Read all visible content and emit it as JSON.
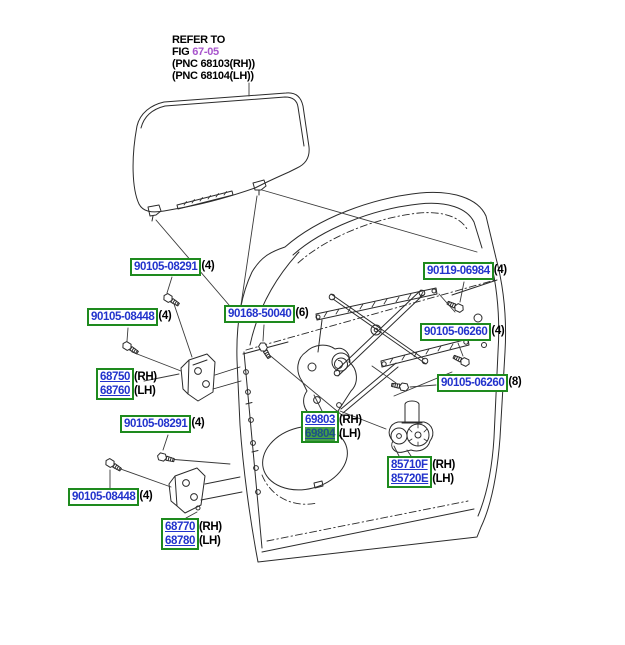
{
  "refer_note": {
    "line1": "REFER TO",
    "fig_prefix": "FIG ",
    "fig_number": "67-05",
    "pnc_rh": "(PNC 68103(RH))",
    "pnc_lh": "(PNC 68104(LH))"
  },
  "labels": {
    "bolt_08291_top": {
      "part": "90105-08291",
      "qty": "(4)"
    },
    "bolt_08448_top": {
      "part": "90105-08448",
      "qty": "(4)"
    },
    "hinge_upper": {
      "rh_part": "68750",
      "lh_part": "68760",
      "rh": "(RH)",
      "lh": "(LH)"
    },
    "bolt_08291_lower": {
      "part": "90105-08291",
      "qty": "(4)"
    },
    "bolt_08448_lower": {
      "part": "90105-08448",
      "qty": "(4)"
    },
    "hinge_lower": {
      "rh_part": "68770",
      "lh_part": "68780",
      "rh": "(RH)",
      "lh": "(LH)"
    },
    "screw_50040": {
      "part": "90168-50040",
      "qty": "(6)"
    },
    "bolt_06984": {
      "part": "90119-06984",
      "qty": "(4)"
    },
    "bolt_06260_a": {
      "part": "90105-06260",
      "qty": "(4)"
    },
    "bolt_06260_b": {
      "part": "90105-06260",
      "qty": "(8)"
    },
    "regulator": {
      "rh_part": "69803",
      "lh_part": "69804",
      "rh": "(RH)",
      "lh": "(LH)",
      "selected": "69804"
    },
    "motor": {
      "rh_part": "85710F",
      "lh_part": "85720E",
      "rh": "(RH)",
      "lh": "(LH)"
    }
  },
  "colors": {
    "box_border": "#1e8a1e",
    "part_link_blue": "#2233cc",
    "highlight_green_bg": "#45a045",
    "highlight_text": "#1d4f8a",
    "fig_purple": "#a855cc",
    "line_art": "#2b2b2b"
  }
}
